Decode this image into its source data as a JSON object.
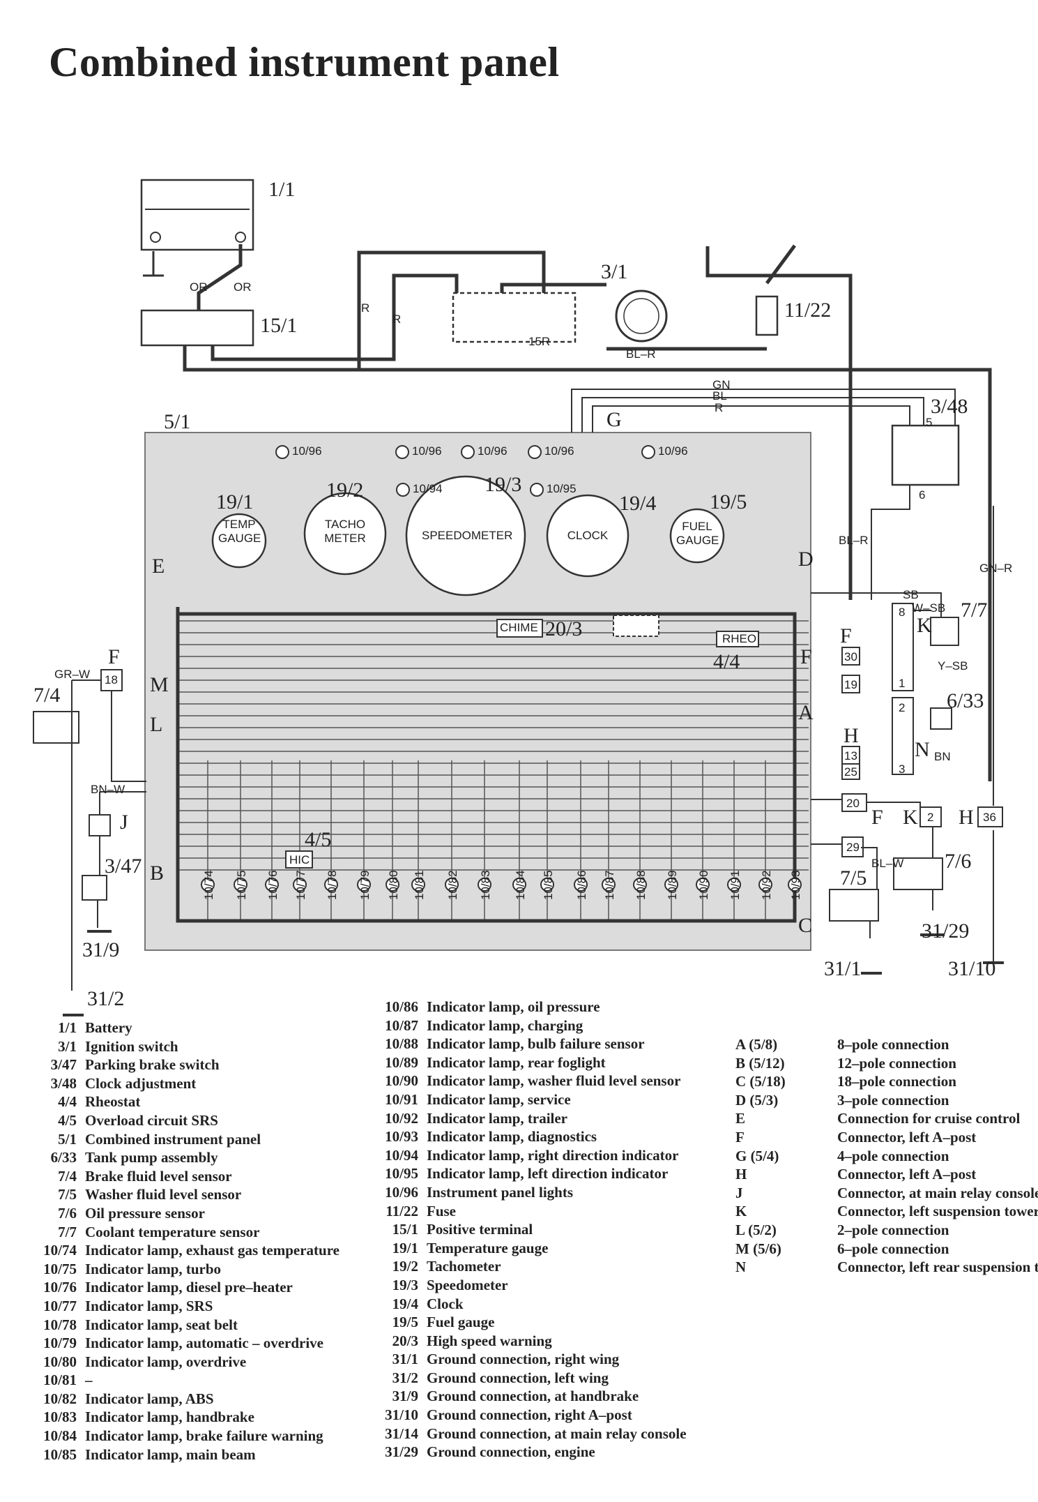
{
  "title": "Combined instrument panel",
  "diagram": {
    "component_labels": {
      "battery": "1/1",
      "ignition_switch": "3/1",
      "positive_terminal": "15/1",
      "fuse": "11/22",
      "clock_adjustment": "3/48",
      "combined_panel": "5/1",
      "temp_gauge": "19/1",
      "tacho": "19/2",
      "speedo": "19/3",
      "clock": "19/4",
      "fuel_gauge": "19/5",
      "chime_num": "20/3",
      "rheo_num": "4/4",
      "hic_num": "4/5",
      "parking_brake": "3/47",
      "brake_fluid": "7/4",
      "coolant_sensor": "7/7",
      "tank_pump": "6/33",
      "oil_pressure": "7/6",
      "washer_fluid": "7/5",
      "gnd_handbrake": "31/9",
      "gnd_left_wing": "31/2",
      "gnd_right_wing": "31/1",
      "gnd_right_a_post": "31/10",
      "gnd_engine": "31/29"
    },
    "gauge_texts": {
      "temp": "TEMP GAUGE",
      "tacho": "TACHO METER",
      "speedo": "SPEEDOMETER",
      "clock": "CLOCK",
      "fuel": "FUEL GAUGE"
    },
    "box_texts": {
      "chime": "CHIME",
      "rheo": "RHEO",
      "hic": "HIC"
    },
    "connector_letters": [
      "E",
      "M",
      "L",
      "B",
      "D",
      "A",
      "C",
      "F",
      "K",
      "H",
      "N",
      "J",
      "F",
      "H",
      "K",
      "F",
      "G"
    ],
    "wire_labels": {
      "or1": "OR",
      "or2": "OR",
      "r1": "R",
      "r2": "R",
      "r3": "R",
      "bl_r": "BL–R",
      "bl_r2": "BL–R",
      "r15": "15R",
      "gn": "GN",
      "bl": "BL",
      "gn_r": "GN–R",
      "sb": "SB",
      "gr_w": "GR–W",
      "bn_w": "BN–W",
      "bl_w": "BL–W",
      "w_sb": "W–SB",
      "y_sb": "Y–SB",
      "bn": "BN"
    },
    "connector_pins": {
      "p30": "30",
      "p19": "19",
      "p13": "13",
      "p25": "25",
      "p20": "20",
      "p29": "29",
      "p36": "36",
      "p8": "8",
      "p1": "1",
      "p2": "2",
      "p3": "3",
      "p18": "18",
      "p5": "5",
      "p6": "6"
    },
    "lamp_labels": [
      "10/74",
      "10/75",
      "10/76",
      "10/77",
      "10/78",
      "10/79",
      "10/80",
      "10/81",
      "10/82",
      "10/83",
      "10/84",
      "10/85",
      "10/86",
      "10/87",
      "10/88",
      "10/89",
      "10/90",
      "10/91",
      "10/92",
      "10/93"
    ],
    "panel_light_labels": [
      "10/96",
      "10/96",
      "10/96",
      "10/96",
      "10/96",
      "10/94",
      "10/95"
    ]
  },
  "legend_columns": [
    [
      [
        "1/1",
        "Battery"
      ],
      [
        "3/1",
        "Ignition switch"
      ],
      [
        "3/47",
        "Parking brake switch"
      ],
      [
        "3/48",
        "Clock adjustment"
      ],
      [
        "4/4",
        "Rheostat"
      ],
      [
        "4/5",
        "Overload circuit SRS"
      ],
      [
        "5/1",
        "Combined instrument panel"
      ],
      [
        "6/33",
        "Tank pump assembly"
      ],
      [
        "7/4",
        "Brake fluid level sensor"
      ],
      [
        "7/5",
        "Washer fluid level sensor"
      ],
      [
        "7/6",
        "Oil pressure sensor"
      ],
      [
        "7/7",
        "Coolant temperature sensor"
      ],
      [
        "10/74",
        "Indicator lamp, exhaust gas temperature"
      ],
      [
        "10/75",
        "Indicator lamp, turbo"
      ],
      [
        "10/76",
        "Indicator lamp, diesel pre–heater"
      ],
      [
        "10/77",
        "Indicator lamp, SRS"
      ],
      [
        "10/78",
        "Indicator lamp, seat belt"
      ],
      [
        "10/79",
        "Indicator lamp, automatic – overdrive"
      ],
      [
        "10/80",
        "Indicator lamp, overdrive"
      ],
      [
        "10/81",
        "–"
      ],
      [
        "10/82",
        "Indicator lamp, ABS"
      ],
      [
        "10/83",
        "Indicator lamp, handbrake"
      ],
      [
        "10/84",
        "Indicator lamp, brake failure warning"
      ],
      [
        "10/85",
        "Indicator lamp, main beam"
      ]
    ],
    [
      [
        "10/86",
        "Indicator lamp, oil pressure"
      ],
      [
        "10/87",
        "Indicator lamp, charging"
      ],
      [
        "10/88",
        "Indicator lamp, bulb failure sensor"
      ],
      [
        "10/89",
        "Indicator lamp, rear foglight"
      ],
      [
        "10/90",
        "Indicator lamp, washer fluid level sensor"
      ],
      [
        "10/91",
        "Indicator lamp, service"
      ],
      [
        "10/92",
        "Indicator lamp, trailer"
      ],
      [
        "10/93",
        "Indicator lamp, diagnostics"
      ],
      [
        "10/94",
        "Indicator lamp, right direction indicator"
      ],
      [
        "10/95",
        "Indicator lamp, left direction indicator"
      ],
      [
        "10/96",
        "Instrument panel lights"
      ],
      [
        "11/22",
        "Fuse"
      ],
      [
        "15/1",
        "Positive terminal"
      ],
      [
        "19/1",
        "Temperature gauge"
      ],
      [
        "19/2",
        "Tachometer"
      ],
      [
        "19/3",
        "Speedometer"
      ],
      [
        "19/4",
        "Clock"
      ],
      [
        "19/5",
        "Fuel gauge"
      ],
      [
        "20/3",
        "High speed warning"
      ],
      [
        "31/1",
        "Ground connection, right wing"
      ],
      [
        "31/2",
        "Ground connection, left wing"
      ],
      [
        "31/9",
        "Ground connection, at handbrake"
      ],
      [
        "31/10",
        "Ground connection, right A–post"
      ],
      [
        "31/14",
        "Ground connection, at main relay console"
      ],
      [
        "31/29",
        "Ground connection, engine"
      ]
    ],
    [
      [
        "A (5/8)",
        "8–pole connection"
      ],
      [
        "B (5/12)",
        "12–pole connection"
      ],
      [
        "C (5/18)",
        "18–pole connection"
      ],
      [
        "D (5/3)",
        "3–pole connection"
      ],
      [
        "E",
        "Connection for cruise control"
      ],
      [
        "F",
        "Connector, left A–post"
      ],
      [
        "G (5/4)",
        "4–pole connection"
      ],
      [
        "H",
        "Connector, left A–post"
      ],
      [
        "J",
        "Connector, at main relay console"
      ],
      [
        "K",
        "Connector, left suspension tower"
      ],
      [
        "L (5/2)",
        "2–pole connection"
      ],
      [
        "M (5/6)",
        "6–pole connection"
      ],
      [
        "N",
        "Connector, left rear suspension tower"
      ]
    ]
  ]
}
